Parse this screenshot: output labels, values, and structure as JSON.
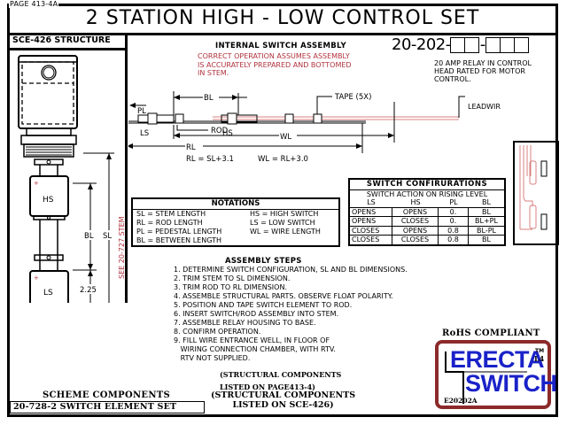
{
  "page_label": "PAGE 413-4A",
  "title": "2 STATION HIGH - LOW CONTROL SET",
  "structure_panel": {
    "title": "SCE-426 STRUCTURE",
    "labels": {
      "hs": "HS",
      "ls": "LS",
      "bl": "BL",
      "sl": "SL",
      "dim_225": "2.25",
      "stem_note": "SEE 20-727 STEM"
    }
  },
  "internal_switch_assembly": {
    "title": "INTERNAL SWITCH ASSEMBLY",
    "note_lines": [
      "CORRECT OPERATION ASSUMES ASSEMBLY",
      "IS ACCURATELY PREPARED AND BOTTOMED",
      "IN STEM."
    ],
    "labels": {
      "pl": "PL",
      "bl": "BL",
      "ls": "LS",
      "hs": "HS",
      "rod": "ROD",
      "wl": "WL",
      "rl": "RL",
      "tape": "TAPE (5X)",
      "leadwires": "LEADWIRES"
    },
    "formulas": {
      "rl": "RL = SL+3.1",
      "wl": "WL = RL+3.0"
    }
  },
  "part_number": {
    "prefix": "20-202-",
    "sep": "-",
    "box_group_1": 2,
    "box_group_2": 3
  },
  "relay_note": [
    "20 AMP RELAY IN CONTROL",
    "HEAD RATED FOR MOTOR",
    "CONTROL."
  ],
  "notations": {
    "title": "NOTATIONS",
    "rows": [
      {
        "left": "SL = STEM LENGTH",
        "right": "HS = HIGH SWITCH"
      },
      {
        "left": "RL = ROD LENGTH",
        "right": "LS = LOW SWITCH"
      },
      {
        "left": "PL = PEDESTAL LENGTH",
        "right": "WL = WIRE LENGTH"
      },
      {
        "left": "BL = BETWEEN LENGTH",
        "right": ""
      }
    ]
  },
  "switch_configurations": {
    "title": "SWITCH CONFIRURATIONS",
    "subtitle": "SWITCH ACTION ON RISING LEVEL",
    "columns": [
      "LS",
      "HS",
      "PL",
      "BL"
    ],
    "rows": [
      [
        "OPENS",
        "OPENS",
        "0.",
        "BL"
      ],
      [
        "OPENS",
        "CLOSES",
        "0.",
        "BL+PL"
      ],
      [
        "CLOSES",
        "OPENS",
        "0.8",
        "BL-PL"
      ],
      [
        "CLOSES",
        "CLOSES",
        "0.8",
        "BL"
      ]
    ]
  },
  "assembly_steps": {
    "title": "ASSEMBLY STEPS",
    "steps": [
      "1. DETERMINE SWITCH CONFIGURATION, SL AND BL DIMENSIONS.",
      "2. TRIM STEM TO SL DIMENSION.",
      "3. TRIM ROD TO RL DIMENSION.",
      "4. ASSEMBLE STRUCTURAL PARTS. OBSERVE FLOAT POLARITY.",
      "5. POSITION AND TAPE SWITCH ELEMENT TO ROD.",
      "6. INSERT SWITCH/ROD ASSEMBLY INTO STEM.",
      "7. ASSEMBLE RELAY HOUSING TO BASE.",
      "8. CONFIRM OPERATION.",
      "9. FILL WIRE ENTRANCE WELL, IN FLOOR OF",
      "   WIRING CONNECTION CHAMBER, WITH RTV.",
      "   RTV NOT SUPPLIED."
    ]
  },
  "structural_note_1": [
    "(STRUCTURAL COMPONENTS",
    "LISTED ON PAGE413-4)"
  ],
  "structural_note_2": [
    "(STRUCTURAL COMPONENTS",
    "LISTED ON SCE-426)"
  ],
  "scheme_components": {
    "title": "SCHEME COMPONENTS",
    "item": "20-728-2 SWITCH ELEMENT SET"
  },
  "rohs": "RoHS COMPLIANT",
  "logo": {
    "line1": "ERECTA",
    "line2": "SWITCH",
    "tm": "TM",
    "level": "L4",
    "code": "E20202A",
    "colors": {
      "text": "#1a22c8",
      "border": "#8c2a2a"
    }
  },
  "colors": {
    "note_red": "#b0323c",
    "wire_red": "#d98080"
  }
}
